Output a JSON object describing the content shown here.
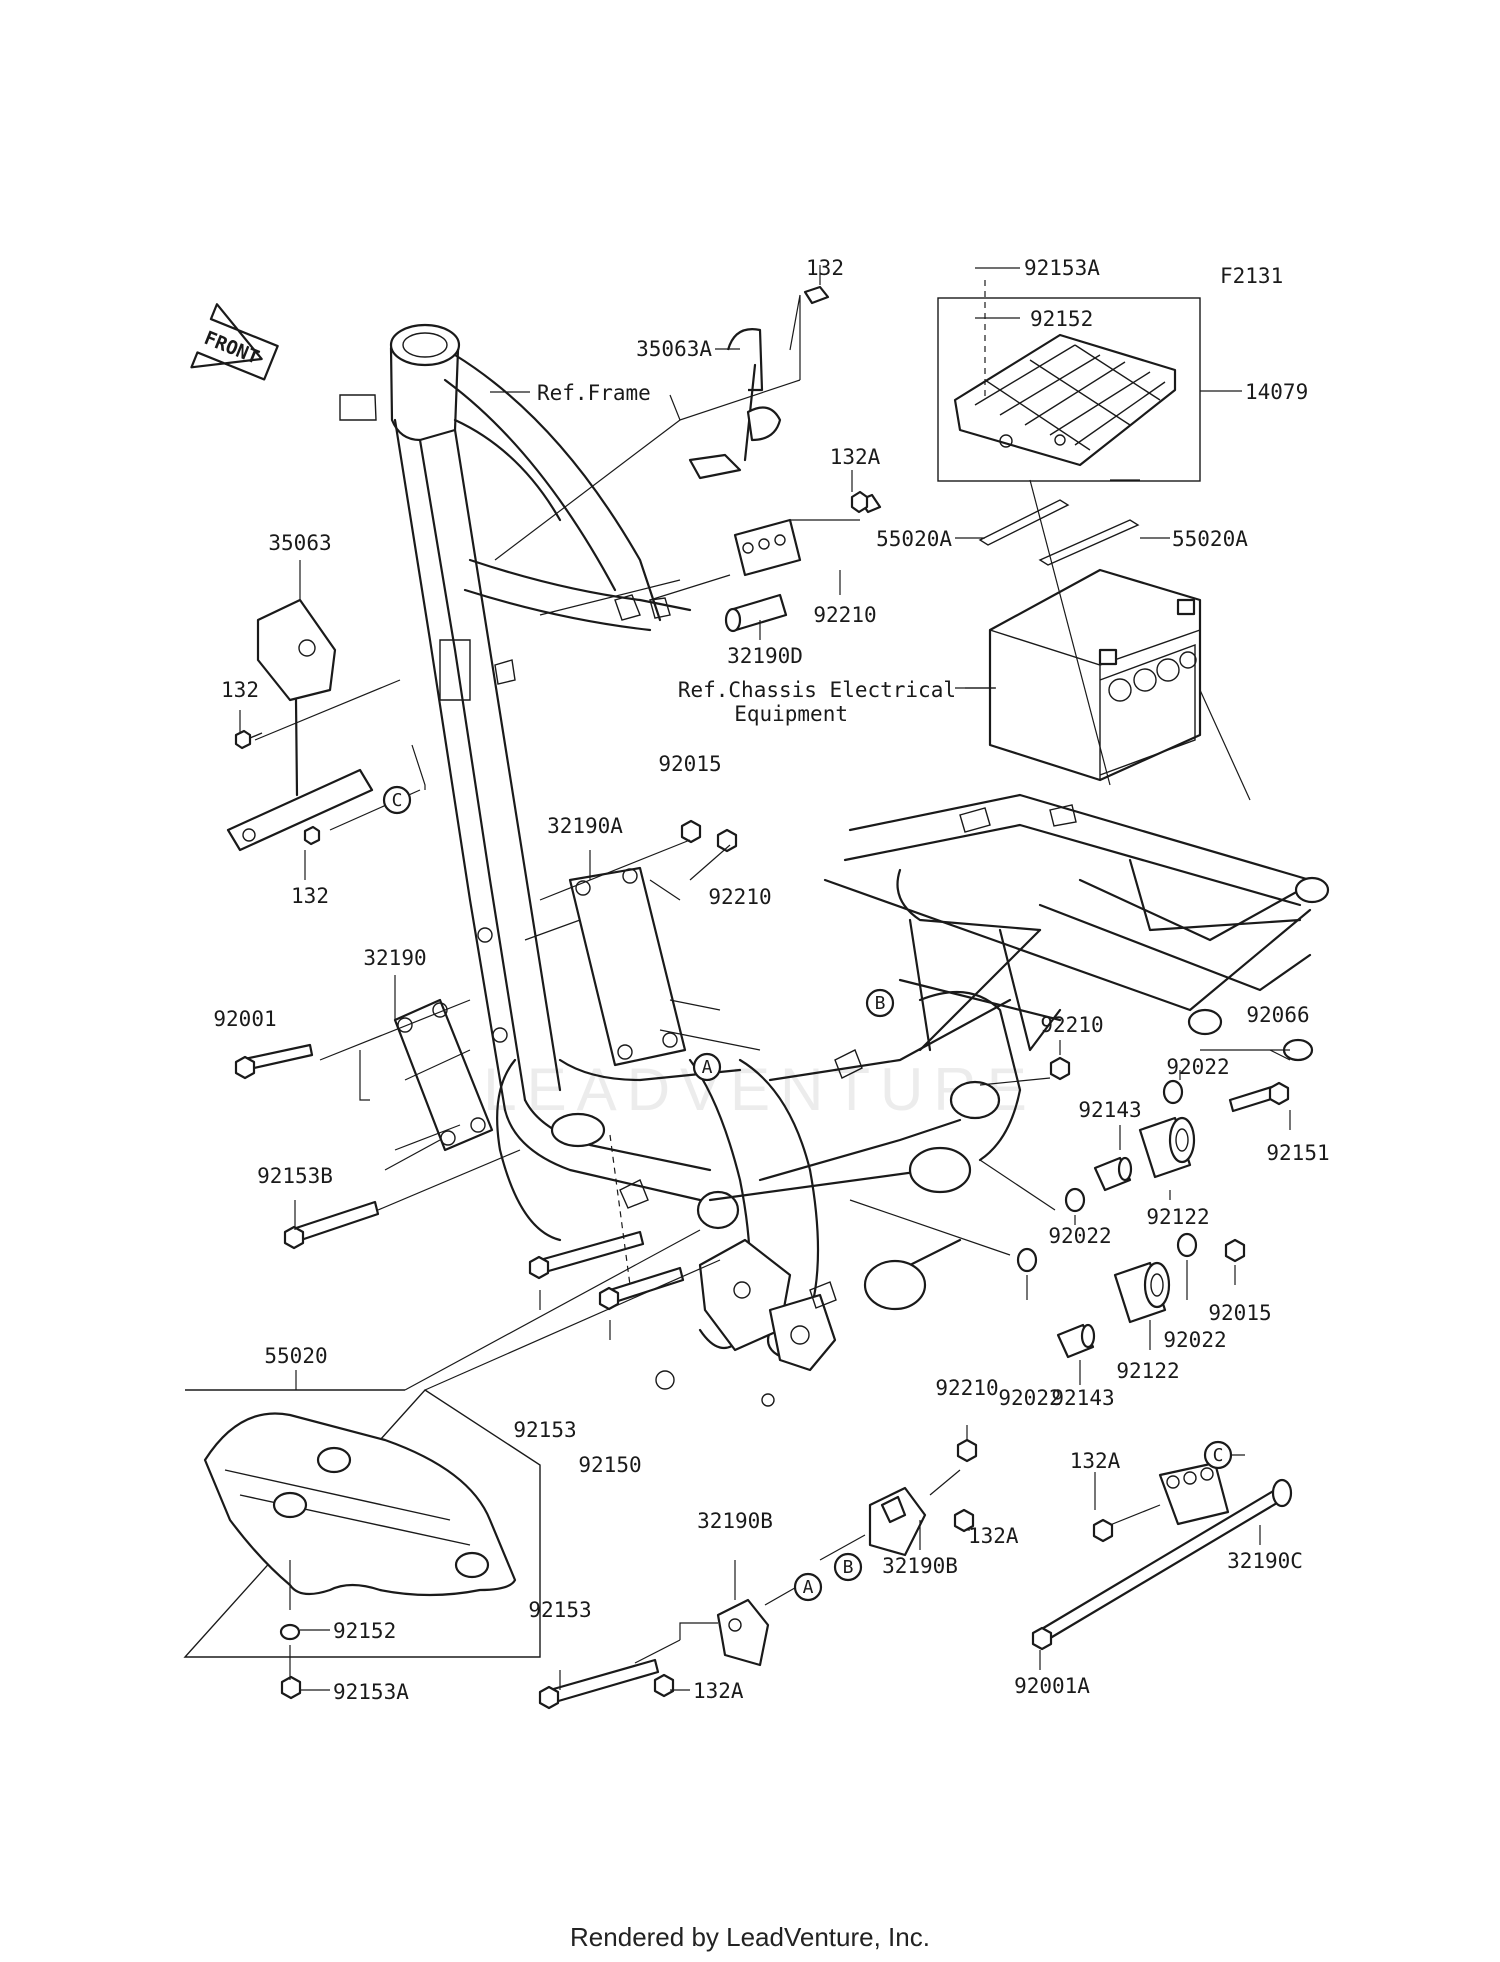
{
  "figure_code": "F2131",
  "footer": "Rendered by LeadVenture, Inc.",
  "front_label": "FRONT",
  "watermark": "LEADVENTURE",
  "callouts": {
    "a": "A",
    "b": "B",
    "c": "C"
  },
  "refs": {
    "frame": "Ref.Frame",
    "chassis_line1": "Ref.Chassis Electrical",
    "chassis_line2": "Equipment"
  },
  "labels": [
    "92153A",
    "92152",
    "14079",
    "55020A",
    "55020A",
    "132",
    "35063A",
    "132A",
    "92210",
    "32190D",
    "35063",
    "132",
    "132",
    "92015",
    "32190A",
    "92210",
    "32190",
    "92001",
    "92066",
    "92210",
    "92022",
    "92151",
    "92143",
    "92122",
    "92022",
    "92015",
    "92022",
    "92122",
    "92143",
    "92022",
    "92153B",
    "92153",
    "92150",
    "92210",
    "55020",
    "92152",
    "92153A",
    "32190B",
    "132A",
    "32190B",
    "92153",
    "132A",
    "132A",
    "32190C",
    "92001A"
  ]
}
